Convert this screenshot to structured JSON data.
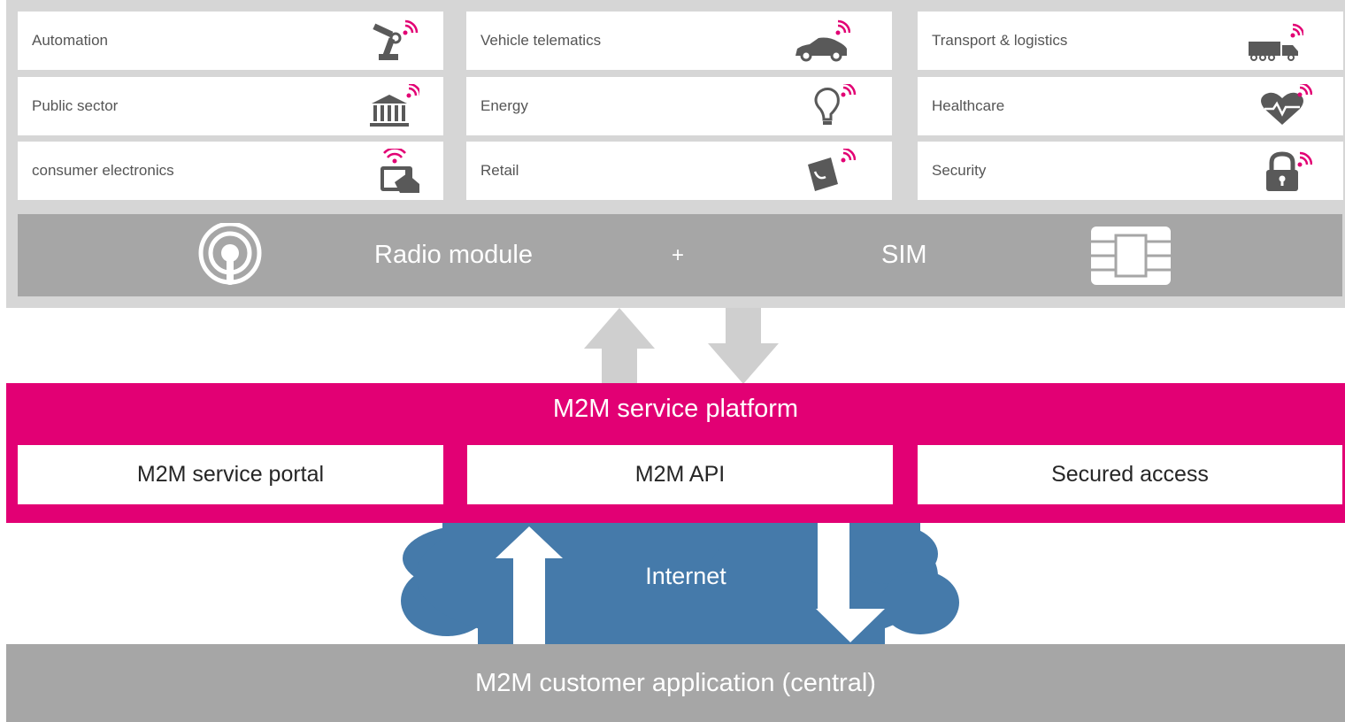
{
  "colors": {
    "magenta": "#e20074",
    "panel_grey": "#d6d6d6",
    "bar_grey": "#a6a6a6",
    "arrow_grey": "#cfcfcf",
    "cloud_blue": "#457aaa",
    "icon_grey": "#595959"
  },
  "industries": [
    {
      "label": "Automation",
      "icon": "robot-arm-icon"
    },
    {
      "label": "Vehicle telematics",
      "icon": "car-icon"
    },
    {
      "label": "Transport & logistics",
      "icon": "truck-icon"
    },
    {
      "label": "Public sector",
      "icon": "government-building-icon"
    },
    {
      "label": "Energy",
      "icon": "lightbulb-icon"
    },
    {
      "label": "Healthcare",
      "icon": "heart-pulse-icon"
    },
    {
      "label": "consumer electronics",
      "icon": "tablet-hand-icon"
    },
    {
      "label": "Retail",
      "icon": "shopping-bag-icon"
    },
    {
      "label": "Security",
      "icon": "padlock-icon"
    }
  ],
  "radio_bar": {
    "radio_label": "Radio module",
    "plus": "+",
    "sim_label": "SIM"
  },
  "platform": {
    "title": "M2M service platform",
    "boxes": [
      "M2M service portal",
      "M2M API",
      "Secured access"
    ]
  },
  "internet": {
    "label": "Internet"
  },
  "customer": {
    "label": "M2M customer application (central)"
  }
}
